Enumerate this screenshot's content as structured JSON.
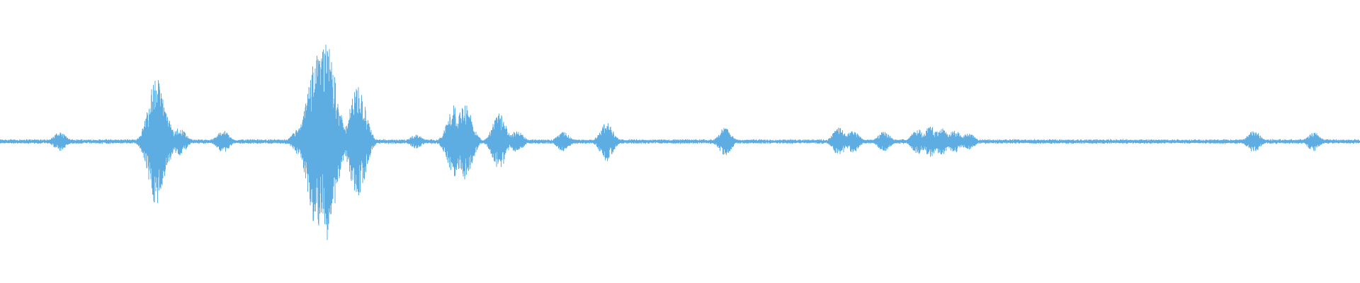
{
  "waveform": {
    "color": "#5DADE2",
    "baseline_amplitude": 0.018,
    "bursts": [
      {
        "position": 0.044,
        "amplitude": 0.07
      },
      {
        "position": 0.115,
        "amplitude": 0.45
      },
      {
        "position": 0.121,
        "amplitude": 0.2
      },
      {
        "position": 0.132,
        "amplitude": 0.1
      },
      {
        "position": 0.164,
        "amplitude": 0.08
      },
      {
        "position": 0.22,
        "amplitude": 0.1
      },
      {
        "position": 0.233,
        "amplitude": 0.62
      },
      {
        "position": 0.24,
        "amplitude": 0.7
      },
      {
        "position": 0.263,
        "amplitude": 0.4
      },
      {
        "position": 0.306,
        "amplitude": 0.05
      },
      {
        "position": 0.334,
        "amplitude": 0.26
      },
      {
        "position": 0.342,
        "amplitude": 0.27
      },
      {
        "position": 0.367,
        "amplitude": 0.2
      },
      {
        "position": 0.38,
        "amplitude": 0.08
      },
      {
        "position": 0.414,
        "amplitude": 0.07
      },
      {
        "position": 0.446,
        "amplitude": 0.14
      },
      {
        "position": 0.533,
        "amplitude": 0.1
      },
      {
        "position": 0.617,
        "amplitude": 0.1
      },
      {
        "position": 0.627,
        "amplitude": 0.08
      },
      {
        "position": 0.65,
        "amplitude": 0.07
      },
      {
        "position": 0.675,
        "amplitude": 0.09
      },
      {
        "position": 0.684,
        "amplitude": 0.11
      },
      {
        "position": 0.692,
        "amplitude": 0.1
      },
      {
        "position": 0.702,
        "amplitude": 0.08
      },
      {
        "position": 0.712,
        "amplitude": 0.06
      },
      {
        "position": 0.922,
        "amplitude": 0.08
      },
      {
        "position": 0.966,
        "amplitude": 0.07
      }
    ]
  }
}
